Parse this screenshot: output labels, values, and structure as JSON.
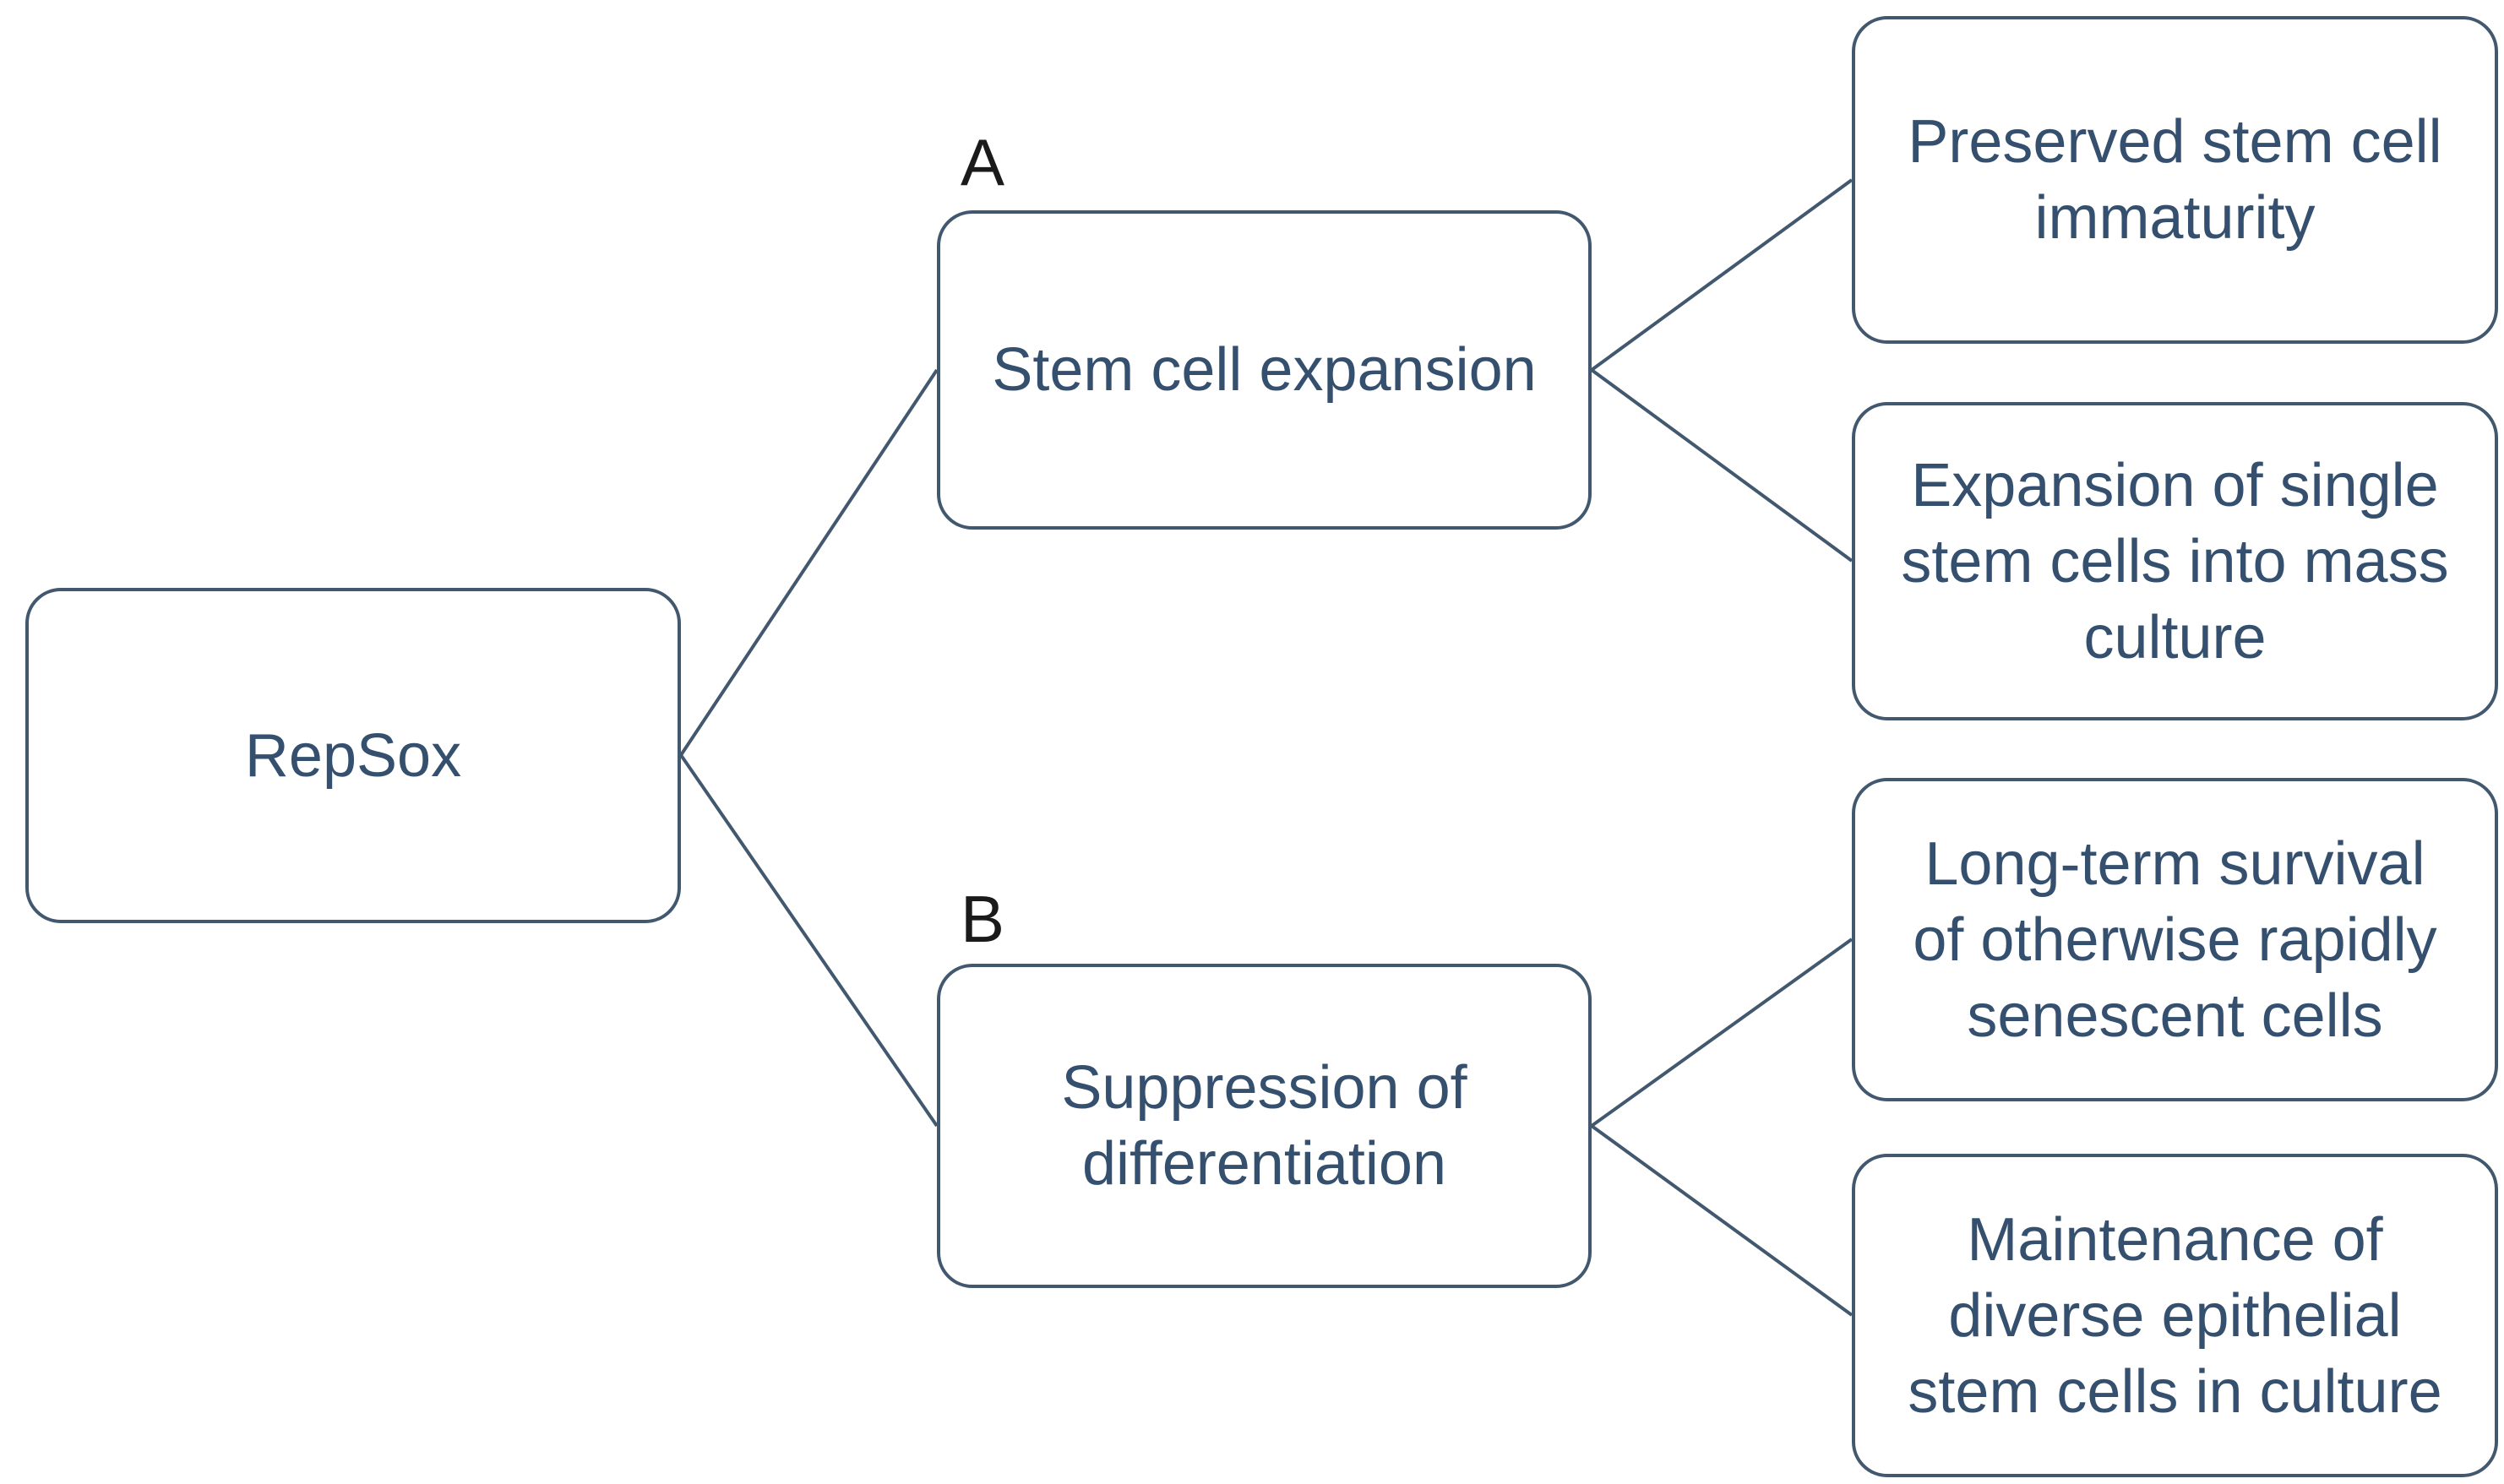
{
  "diagram": {
    "root": {
      "label": "RepSox"
    },
    "branches": [
      {
        "tag": "A",
        "label": "Stem cell expansion",
        "outcomes": [
          {
            "label": "Preserved stem cell\nimmaturity"
          },
          {
            "label": "Expansion of single\nstem cells into mass\nculture"
          }
        ]
      },
      {
        "tag": "B",
        "label": "Suppression of\ndifferentiation",
        "outcomes": [
          {
            "label": "Long-term survival\nof otherwise rapidly\nsenescent cells"
          },
          {
            "label": "Maintenance of\ndiverse epithelial\nstem cells in culture"
          }
        ]
      }
    ],
    "colors": {
      "border": "#42586f",
      "text": "#35506e",
      "connector": "#42586f",
      "tag_text": "#1a1a1a",
      "background": "#ffffff"
    }
  }
}
